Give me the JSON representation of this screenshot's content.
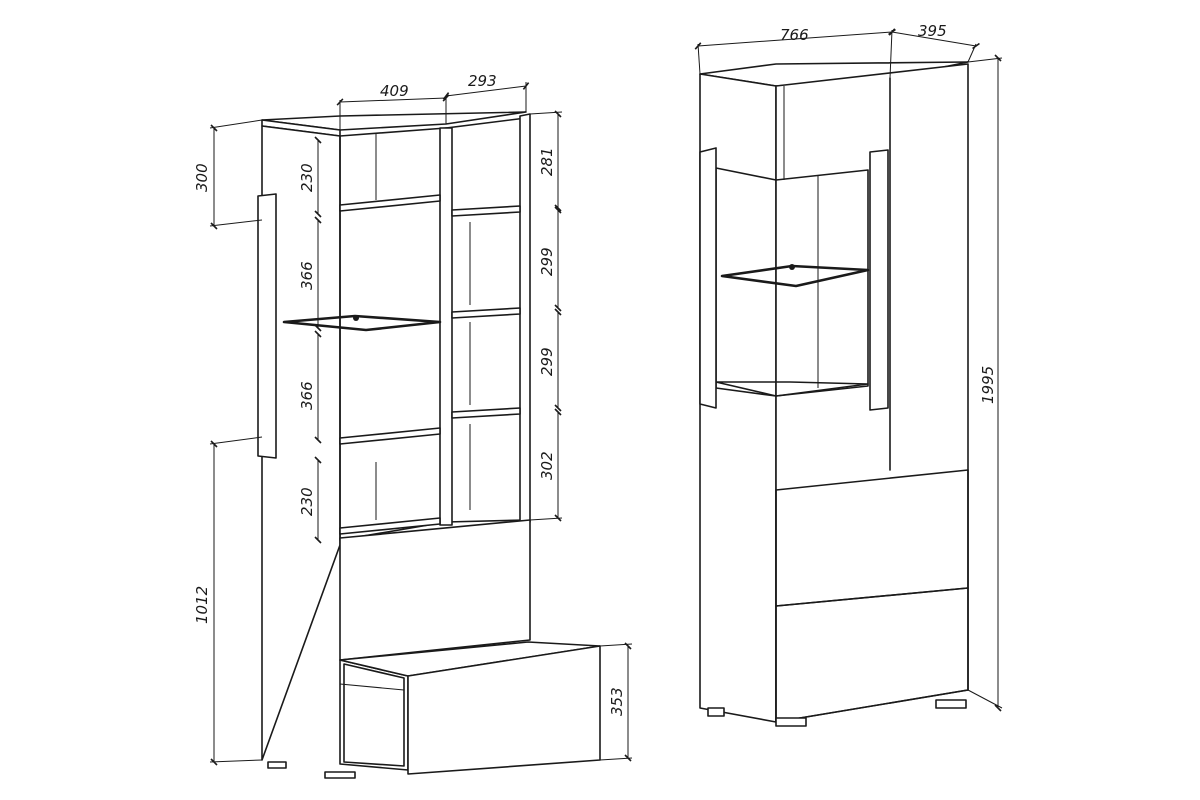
{
  "left_unit_dimensions": {
    "width_main": "409",
    "width_side": "293",
    "height_top_panel": "300",
    "height_shelf_1": "230",
    "height_shelf_2": "366",
    "height_shelf_3": "366",
    "height_shelf_4": "230",
    "right_col_1": "281",
    "right_col_2": "299",
    "right_col_3": "299",
    "right_col_4": "302",
    "height_lower": "1012",
    "drawer_height": "353"
  },
  "right_unit_dimensions": {
    "width": "766",
    "depth": "395",
    "total_height": "1995"
  }
}
